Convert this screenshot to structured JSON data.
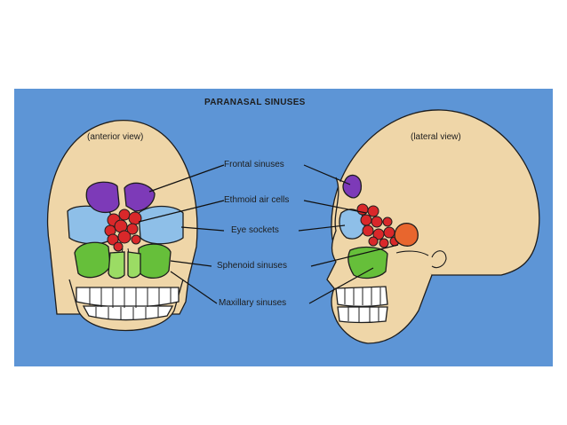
{
  "title": "PARANASAL SINUSES",
  "views": {
    "anterior": "(anterior view)",
    "lateral": "(lateral view)"
  },
  "labels": {
    "frontal": "Frontal sinuses",
    "ethmoid": "Ethmoid air cells",
    "eye": "Eye sockets",
    "sphenoid": "Sphenoid sinuses",
    "maxillary": "Maxillary sinuses"
  },
  "colors": {
    "background": "#5d95d6",
    "bone": "#efd6a8",
    "frontal": "#7d3ab8",
    "ethmoid": "#d9282a",
    "eye_socket": "#8ebfe8",
    "sphenoid": "#e8662e",
    "maxillary": "#66bf3a"
  }
}
